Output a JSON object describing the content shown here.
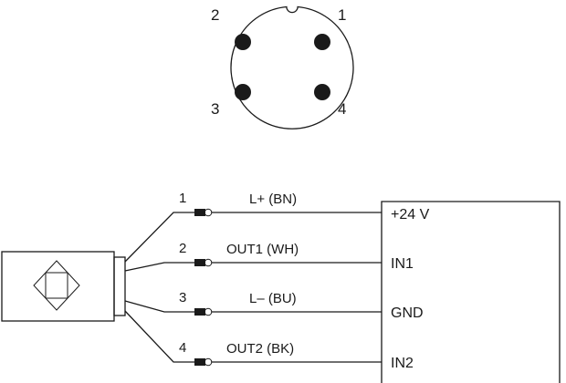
{
  "connector": {
    "pins": [
      {
        "label": "1"
      },
      {
        "label": "2"
      },
      {
        "label": "3"
      },
      {
        "label": "4"
      }
    ]
  },
  "wiring": {
    "wires": [
      {
        "number": "1",
        "label": "L+ (BN)",
        "terminal": "+24 V"
      },
      {
        "number": "2",
        "label": "OUT1 (WH)",
        "terminal": "IN1"
      },
      {
        "number": "3",
        "label": "L– (BU)",
        "terminal": "GND"
      },
      {
        "number": "4",
        "label": "OUT2 (BK)",
        "terminal": "IN2"
      }
    ]
  }
}
